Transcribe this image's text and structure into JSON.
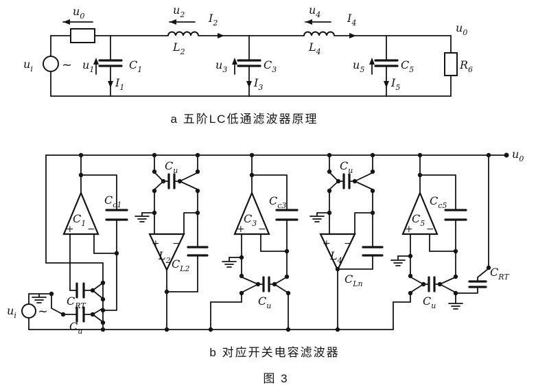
{
  "figure": {
    "caption_a": "a  五阶LC低通滤波器原理",
    "caption_b": "b  对应开关电容滤波器",
    "figure_number": "图  3",
    "ink_color": "#141414",
    "background_color": "#ffffff"
  },
  "lc_filter": {
    "ui": {
      "main": "u",
      "sub": "i"
    },
    "source_wave": "~",
    "u0_in": {
      "main": "u",
      "sub": "0"
    },
    "u1": {
      "main": "u",
      "sub": "1"
    },
    "c1": {
      "main": "C",
      "sub": "1"
    },
    "i1": {
      "main": "I",
      "sub": "1"
    },
    "u2": {
      "main": "u",
      "sub": "2"
    },
    "l2": {
      "main": "L",
      "sub": "2"
    },
    "i2": {
      "main": "I",
      "sub": "2"
    },
    "u3": {
      "main": "u",
      "sub": "3"
    },
    "c3": {
      "main": "C",
      "sub": "3"
    },
    "i3": {
      "main": "I",
      "sub": "3"
    },
    "u4": {
      "main": "u",
      "sub": "4"
    },
    "l4": {
      "main": "L",
      "sub": "4"
    },
    "i4": {
      "main": "I",
      "sub": "4"
    },
    "u5": {
      "main": "u",
      "sub": "5"
    },
    "c5": {
      "main": "C",
      "sub": "5"
    },
    "i5": {
      "main": "I",
      "sub": "5"
    },
    "u0_out": {
      "main": "u",
      "sub": "0"
    },
    "r6": {
      "main": "R",
      "sub": "6"
    }
  },
  "sc_filter": {
    "ui": {
      "main": "u",
      "sub": "i"
    },
    "source_wave": "~",
    "u0_out": {
      "main": "u",
      "sub": "0"
    },
    "opamp_c1": {
      "main": "C",
      "sub": "1"
    },
    "opamp_l2": {
      "main": "L",
      "sub": "2"
    },
    "opamp_c3": {
      "main": "C",
      "sub": "3"
    },
    "opamp_l4": {
      "main": "L",
      "sub": "4"
    },
    "opamp_c5": {
      "main": "C",
      "sub": "5"
    },
    "cc1": {
      "main": "C",
      "sub": "c1"
    },
    "cl2": {
      "main": "C",
      "sub": "L2"
    },
    "cc3": {
      "main": "C",
      "sub": "c3"
    },
    "cln": {
      "main": "C",
      "sub": "Ln"
    },
    "cc5": {
      "main": "C",
      "sub": "c5"
    },
    "cu": {
      "main": "C",
      "sub": "u"
    },
    "crt": {
      "main": "C",
      "sub": "RT"
    },
    "plus": "+",
    "minus": "−"
  }
}
